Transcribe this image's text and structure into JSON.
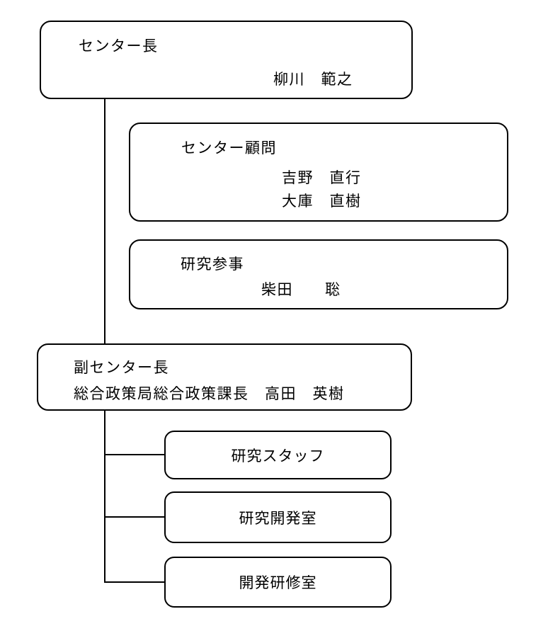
{
  "org": {
    "colors": {
      "border": "#000000",
      "background": "#ffffff",
      "text": "#000000",
      "connector": "#000000"
    },
    "nodes": [
      {
        "id": "center-director",
        "title": "センター長",
        "members": [
          "柳川　範之"
        ]
      },
      {
        "id": "center-advisor",
        "title": "センター顧問",
        "members": [
          "吉野　直行",
          "大庫　直樹"
        ]
      },
      {
        "id": "research-counselor",
        "title": "研究参事",
        "members": [
          "柴田　　聡"
        ]
      },
      {
        "id": "deputy-center-director",
        "title": "副センター長",
        "subtitle": "総合政策局総合政策課長　高田　英樹"
      },
      {
        "id": "research-staff",
        "title": "研究スタッフ"
      },
      {
        "id": "research-development-office",
        "title": "研究開発室"
      },
      {
        "id": "development-training-office",
        "title": "開発研修室"
      }
    ]
  }
}
